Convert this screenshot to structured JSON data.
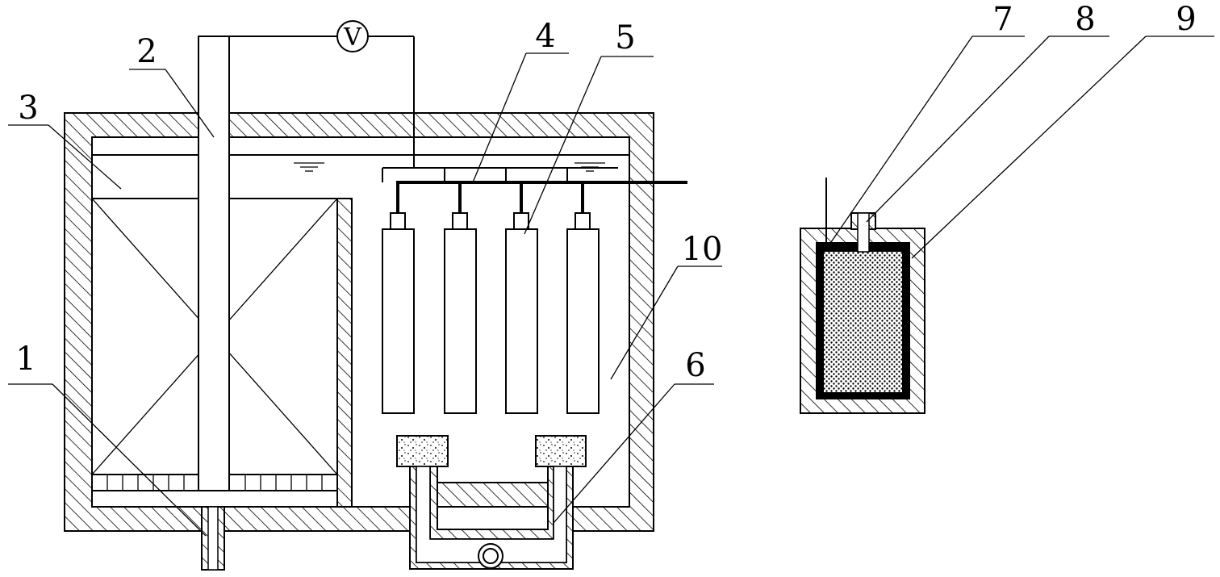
{
  "labels": {
    "l1": "1",
    "l2": "2",
    "l3": "3",
    "l4": "4",
    "l5": "5",
    "l6": "6",
    "l7": "7",
    "l8": "8",
    "l9": "9",
    "l10": "10"
  },
  "voltmeter": {
    "symbol": "V"
  },
  "colors": {
    "line": "#000000",
    "background": "#ffffff"
  }
}
